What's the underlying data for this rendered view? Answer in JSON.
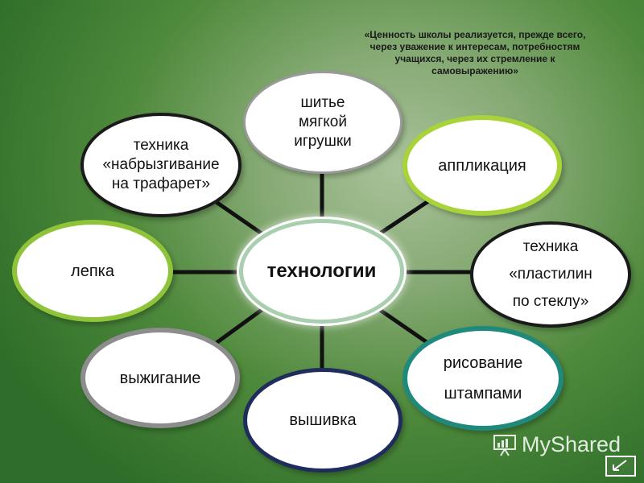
{
  "quote": "«Ценность школы реализуется, прежде всего,\nчерез уважение к интересам, потребностям\nучащихся, через их стремление к\nсамовыражению»",
  "center": "технологии",
  "nodes": {
    "shitye": "шитье\nмягкой\nигрушки",
    "applikaciya": "аппликация",
    "plastilin": "техника\n«пластилин\nпо стеклу»",
    "risovanie": "рисование\nштампами",
    "vyshivka": "вышивка",
    "vyzhiganie": "выжигание",
    "lepka": "лепка",
    "nabryzgivanie": "техника\n«набрызгивание\nна трафарет»"
  },
  "watermark": "MyShared"
}
